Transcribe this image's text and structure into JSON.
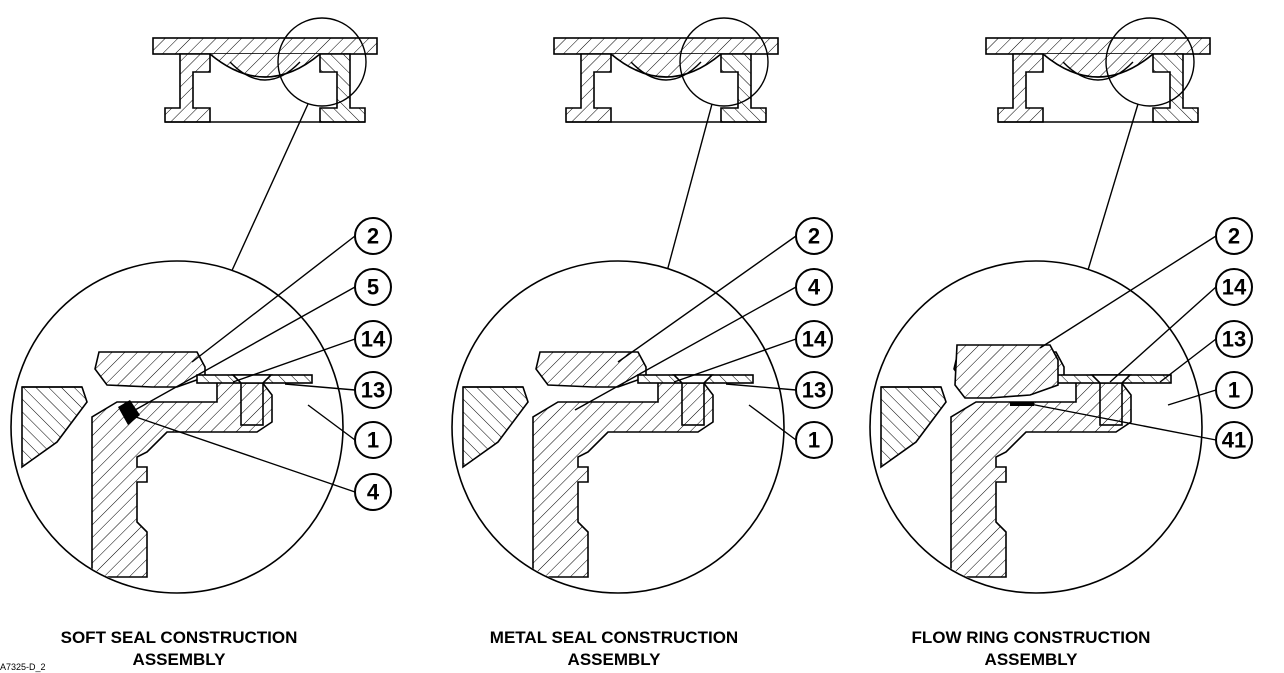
{
  "assemblies": [
    {
      "caption_line1": "SOFT SEAL CONSTRUCTION",
      "caption_line2": "ASSEMBLY",
      "callouts": [
        "2",
        "5",
        "14",
        "13",
        "1",
        "4"
      ]
    },
    {
      "caption_line1": "METAL SEAL CONSTRUCTION",
      "caption_line2": "ASSEMBLY",
      "callouts": [
        "2",
        "4",
        "14",
        "13",
        "1"
      ]
    },
    {
      "caption_line1": "FLOW RING CONSTRUCTION",
      "caption_line2": "ASSEMBLY",
      "callouts": [
        "2",
        "14",
        "13",
        "1",
        "41"
      ]
    }
  ],
  "figure_id": "A7325-D_2"
}
